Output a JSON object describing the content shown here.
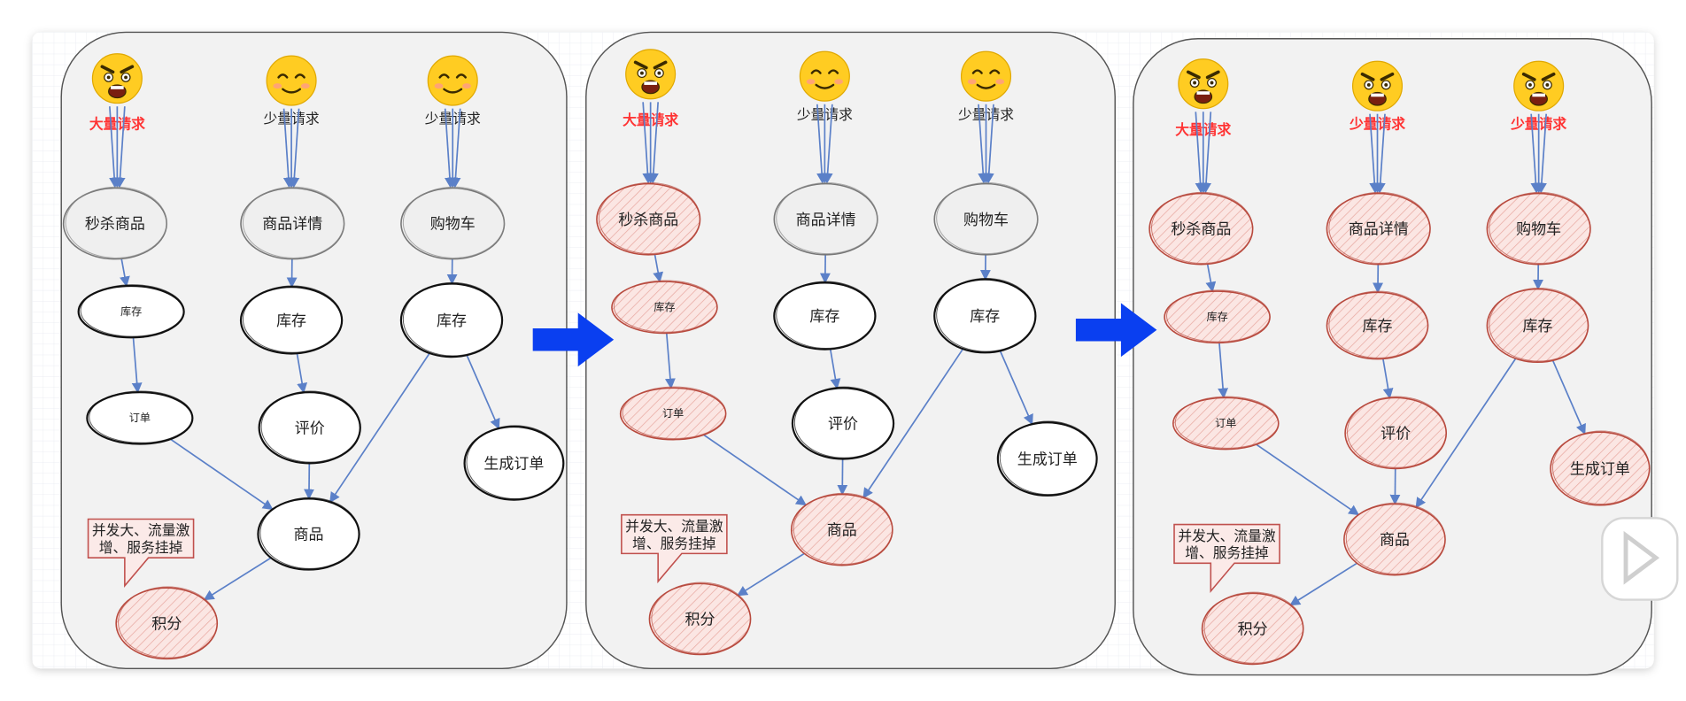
{
  "arrows": [
    "arrow-1",
    "arrow-2"
  ],
  "panels": [
    {
      "id": "panel-1",
      "requests": [
        {
          "label": "大量请求",
          "face": "angry",
          "red": true
        },
        {
          "label": "少量请求",
          "face": "happy",
          "red": false
        },
        {
          "label": "少量请求",
          "face": "happy",
          "red": false
        }
      ],
      "nodes": {
        "seckill": {
          "label": "秒杀商品",
          "state": "normal"
        },
        "detail": {
          "label": "商品详情",
          "state": "normal"
        },
        "cart": {
          "label": "购物车",
          "state": "normal"
        },
        "stock1": {
          "label": "库存",
          "state": "normal",
          "small": true
        },
        "stock2": {
          "label": "库存",
          "state": "normal"
        },
        "stock3": {
          "label": "库存",
          "state": "normal"
        },
        "order1": {
          "label": "订单",
          "state": "normal",
          "small": true
        },
        "review": {
          "label": "评价",
          "state": "normal"
        },
        "genorder": {
          "label": "生成订单",
          "state": "normal"
        },
        "goods": {
          "label": "商品",
          "state": "normal"
        },
        "points": {
          "label": "积分",
          "state": "failed"
        }
      },
      "callout": {
        "line1": "并发大、流量激",
        "line2": "增、服务挂掉"
      }
    },
    {
      "id": "panel-2",
      "requests": [
        {
          "label": "大量请求",
          "face": "angry",
          "red": true
        },
        {
          "label": "少量请求",
          "face": "happy",
          "red": false
        },
        {
          "label": "少量请求",
          "face": "happy",
          "red": false
        }
      ],
      "nodes": {
        "seckill": {
          "label": "秒杀商品",
          "state": "failed"
        },
        "detail": {
          "label": "商品详情",
          "state": "normal"
        },
        "cart": {
          "label": "购物车",
          "state": "normal"
        },
        "stock1": {
          "label": "库存",
          "state": "failed",
          "small": true
        },
        "stock2": {
          "label": "库存",
          "state": "normal"
        },
        "stock3": {
          "label": "库存",
          "state": "normal"
        },
        "order1": {
          "label": "订单",
          "state": "failed",
          "small": true
        },
        "review": {
          "label": "评价",
          "state": "normal"
        },
        "genorder": {
          "label": "生成订单",
          "state": "normal"
        },
        "goods": {
          "label": "商品",
          "state": "failed"
        },
        "points": {
          "label": "积分",
          "state": "failed"
        }
      },
      "callout": {
        "line1": "并发大、流量激",
        "line2": "增、服务挂掉"
      }
    },
    {
      "id": "panel-3",
      "requests": [
        {
          "label": "大量请求",
          "face": "angry",
          "red": true
        },
        {
          "label": "少量请求",
          "face": "angry",
          "red": true
        },
        {
          "label": "少量请求",
          "face": "angry",
          "red": true
        }
      ],
      "nodes": {
        "seckill": {
          "label": "秒杀商品",
          "state": "failed"
        },
        "detail": {
          "label": "商品详情",
          "state": "failed"
        },
        "cart": {
          "label": "购物车",
          "state": "failed"
        },
        "stock1": {
          "label": "库存",
          "state": "failed",
          "small": true
        },
        "stock2": {
          "label": "库存",
          "state": "failed"
        },
        "stock3": {
          "label": "库存",
          "state": "failed"
        },
        "order1": {
          "label": "订单",
          "state": "failed",
          "small": true
        },
        "review": {
          "label": "评价",
          "state": "failed"
        },
        "genorder": {
          "label": "生成订单",
          "state": "failed"
        },
        "goods": {
          "label": "商品",
          "state": "failed"
        },
        "points": {
          "label": "积分",
          "state": "failed"
        }
      },
      "callout": {
        "line1": "并发大、流量激",
        "line2": "增、服务挂掉"
      }
    }
  ]
}
